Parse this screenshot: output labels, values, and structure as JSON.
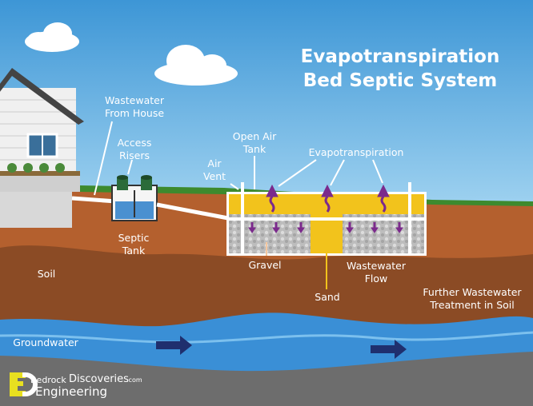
{
  "title": {
    "line1": "Evapotranspiration",
    "line2": "Bed Septic System"
  },
  "labels": {
    "wastewater_from_house": [
      "Wastewater",
      "From House"
    ],
    "access_risers": [
      "Access",
      "Risers"
    ],
    "air_vent": [
      "Air",
      "Vent"
    ],
    "open_air_tank": [
      "Open Air",
      "Tank"
    ],
    "evapotranspiration": "Evapotranspiration",
    "septic_tank": [
      "Septic",
      "Tank"
    ],
    "gravel": "Gravel",
    "wastewater_flow": [
      "Wastewater",
      "Flow"
    ],
    "sand": "Sand",
    "soil": "Soil",
    "further_treatment": [
      "Further Wastewater",
      "Treatment in Soil"
    ],
    "groundwater": "Groundwater"
  },
  "logo": {
    "bedrock": "Bedrock",
    "discoveries": "Discoveries",
    "dotcom": ".com",
    "engineering": "Engineering"
  },
  "colors": {
    "sky_top": "#3d9ad8",
    "sky_bottom": "#8cc8ee",
    "soil_upper": "#b4602e",
    "soil_lower": "#8b4b25",
    "water": "#3a8fd6",
    "bedrock": "#6d6d6d",
    "sand": "#f2c31c",
    "arrow": "#7b2a8c"
  }
}
